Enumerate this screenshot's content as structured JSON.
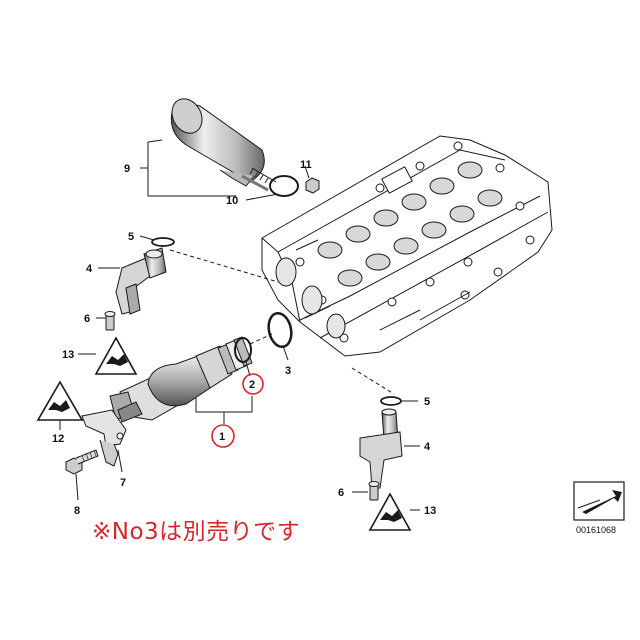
{
  "callouts": {
    "c1": "1",
    "c2": "2",
    "c3": "3",
    "c4a": "4",
    "c4b": "4",
    "c5a": "5",
    "c5b": "5",
    "c6a": "6",
    "c6b": "6",
    "c7": "7",
    "c8": "8",
    "c9": "9",
    "c10": "10",
    "c11": "11",
    "c12": "12",
    "c13a": "13",
    "c13b": "13"
  },
  "note": "※No3は別売りです",
  "diagram_ref": "00161068",
  "colors": {
    "line": "#1a1a1a",
    "highlight": "#d8262a",
    "part_fill": "#ffffff",
    "shade": "#9a9a9a"
  }
}
